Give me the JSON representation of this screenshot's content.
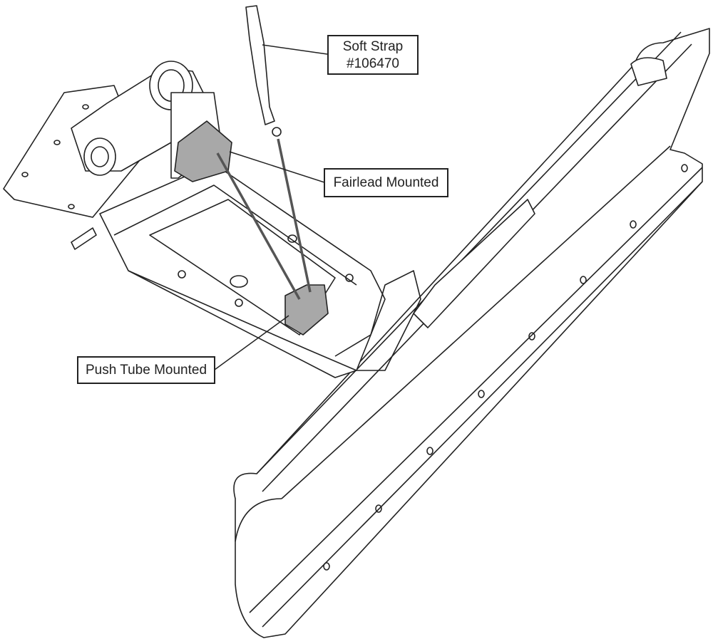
{
  "callouts": {
    "soft_strap": {
      "line1": "Soft Strap",
      "line2": "#106470"
    },
    "fairlead": {
      "label": "Fairlead Mounted"
    },
    "push_tube": {
      "label": "Push Tube Mounted"
    }
  },
  "colors": {
    "line": "#222222",
    "bracket_fill": "#a8a8a8",
    "strap": "#555555"
  }
}
